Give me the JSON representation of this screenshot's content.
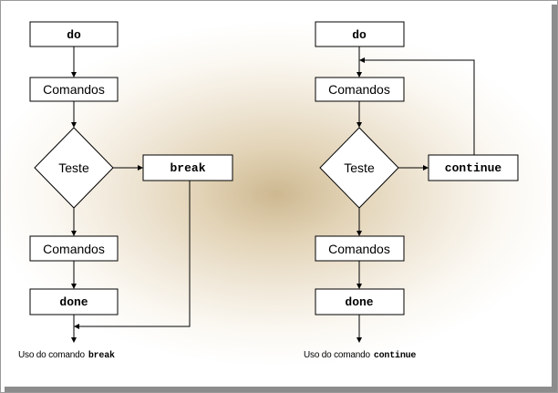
{
  "left_diagram": {
    "start_label": "do",
    "commands_top_label": "Comandos",
    "test_label": "Teste",
    "branch_label": "break",
    "commands_bottom_label": "Comandos",
    "end_label": "done",
    "caption_text": "Uso do comando",
    "caption_keyword": "break"
  },
  "right_diagram": {
    "start_label": "do",
    "commands_top_label": "Comandos",
    "test_label": "Teste",
    "branch_label": "continue",
    "commands_bottom_label": "Comandos",
    "end_label": "done",
    "caption_text": "Uso do comando",
    "caption_keyword": "continue"
  },
  "colors": {
    "background_center": "#cdb890",
    "background_edge": "#ffffff",
    "box_fill": "#ffffff",
    "stroke": "#000000",
    "frame_shadow": "#8c8c8c"
  }
}
